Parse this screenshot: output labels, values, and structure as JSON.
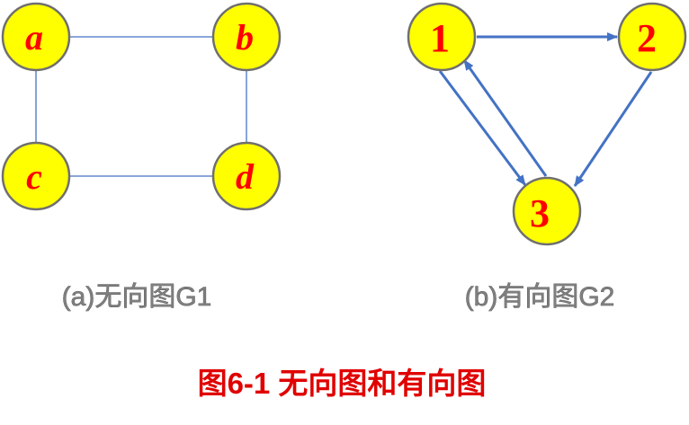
{
  "graph_g1": {
    "caption": "(a)无向图G1",
    "nodes": [
      {
        "id": "a",
        "label": "a"
      },
      {
        "id": "b",
        "label": "b"
      },
      {
        "id": "c",
        "label": "c"
      },
      {
        "id": "d",
        "label": "d"
      }
    ],
    "edges": [
      {
        "from": "a",
        "to": "b"
      },
      {
        "from": "a",
        "to": "c"
      },
      {
        "from": "b",
        "to": "d"
      },
      {
        "from": "c",
        "to": "d"
      }
    ],
    "edge_color": "#4472c4"
  },
  "graph_g2": {
    "caption": "(b)有向图G2",
    "nodes": [
      {
        "id": "1",
        "label": "1"
      },
      {
        "id": "2",
        "label": "2"
      },
      {
        "id": "3",
        "label": "3"
      }
    ],
    "arcs": [
      {
        "from": "1",
        "to": "2"
      },
      {
        "from": "2",
        "to": "3"
      },
      {
        "from": "1",
        "to": "3"
      },
      {
        "from": "3",
        "to": "1"
      }
    ],
    "arc_color": "#4472c4"
  },
  "figure_caption": "图6-1 无向图和有向图",
  "colors": {
    "node_fill": "#ffff00",
    "node_label": "#ff0000",
    "sub_caption": "#7f7f7f",
    "main_caption": "#e00000"
  }
}
